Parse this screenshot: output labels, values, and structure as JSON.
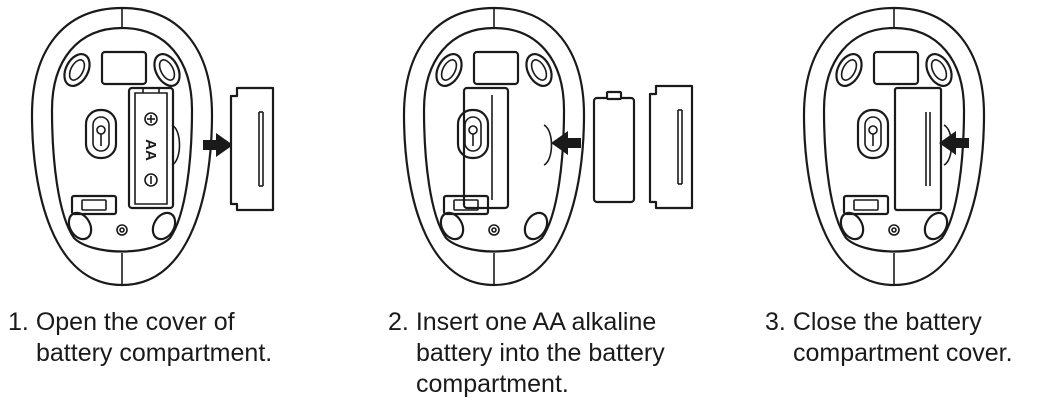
{
  "steps": [
    {
      "number": "1.",
      "lines": [
        "Open the cover of",
        "battery compartment."
      ],
      "battery_label": "AA"
    },
    {
      "number": "2.",
      "lines": [
        "Insert one AA alkaline",
        "battery into the battery",
        "compartment."
      ]
    },
    {
      "number": "3.",
      "lines": [
        "Close the battery",
        "compartment cover."
      ]
    }
  ],
  "icons": {
    "arrow": "arrow-icon",
    "plus": "plus-terminal-icon",
    "minus": "minus-terminal-icon"
  },
  "colors": {
    "line": "#1a1a1a",
    "background": "#ffffff"
  }
}
